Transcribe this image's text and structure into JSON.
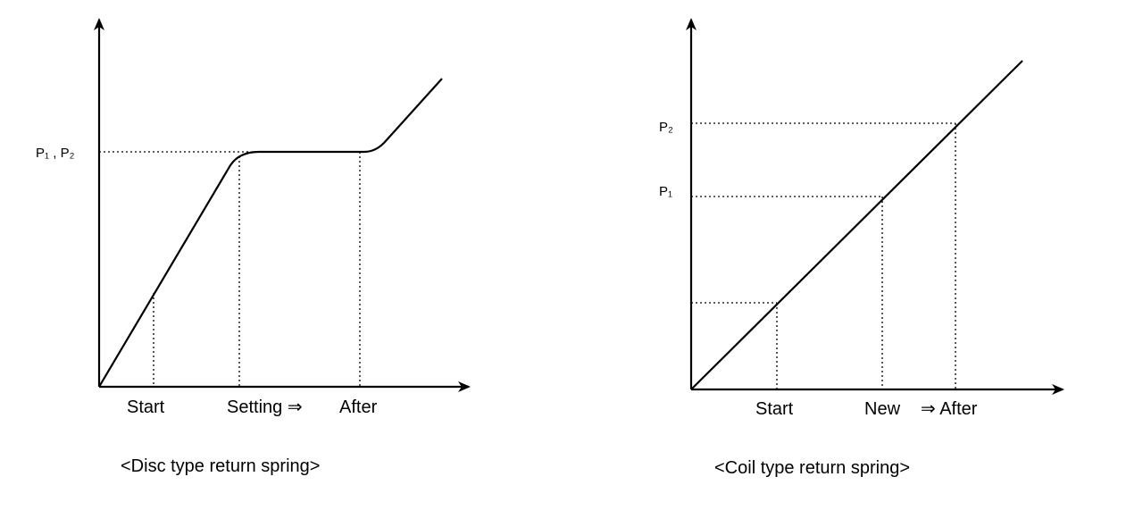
{
  "disc": {
    "y_label": "P₁ , P₂",
    "x_labels": {
      "start": "Start",
      "setting": "Setting ⇒",
      "after": "After"
    },
    "caption": "<Disc type return spring>"
  },
  "coil": {
    "y_label_p2": "P₂",
    "y_label_p1": "P₁",
    "x_labels": {
      "start": "Start",
      "new": "New",
      "after": "⇒ After"
    },
    "caption": "<Coil type return spring>"
  }
}
